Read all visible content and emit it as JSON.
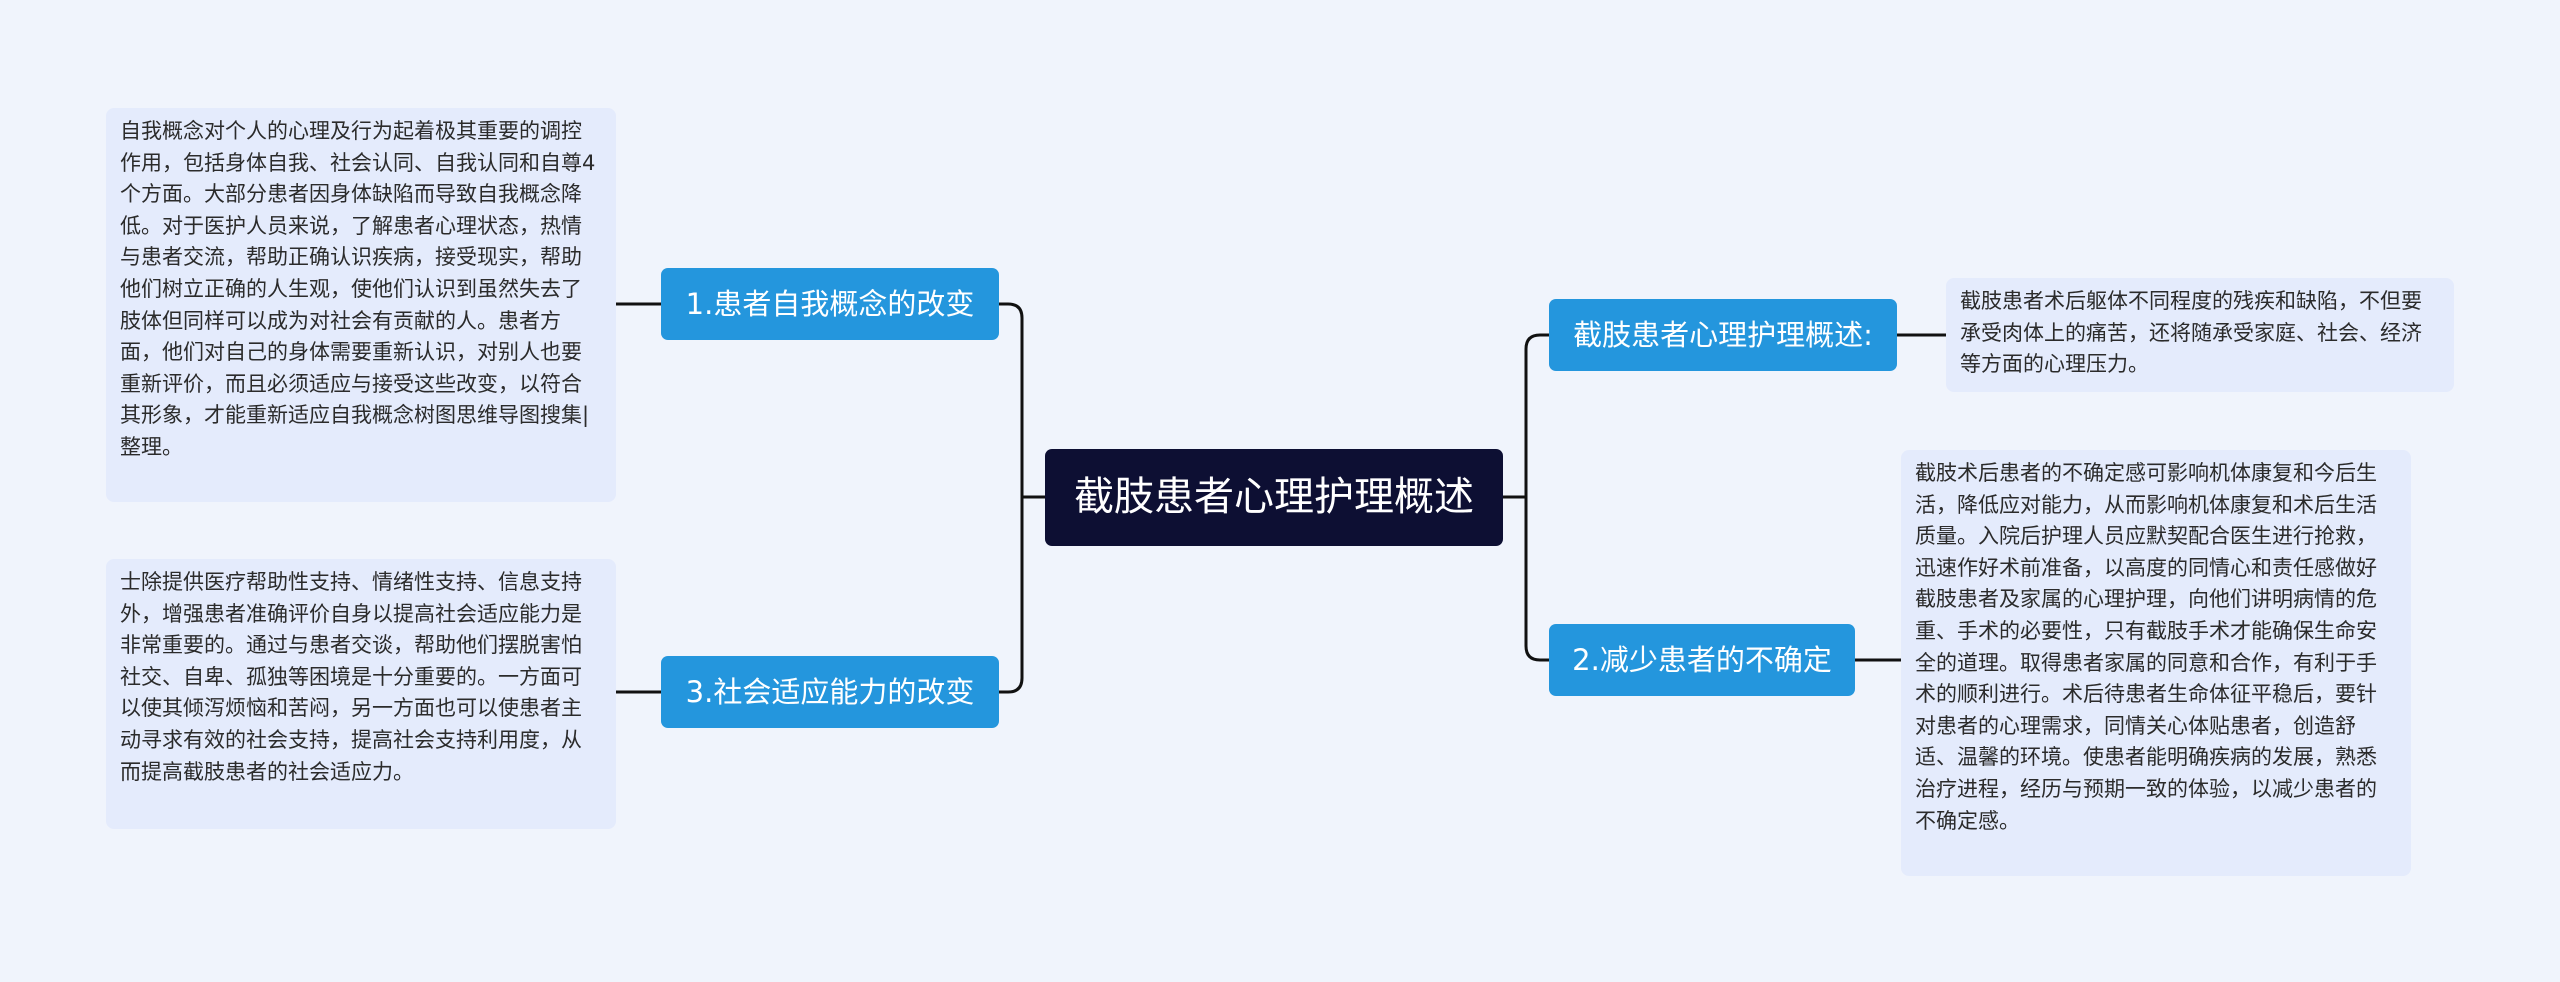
{
  "mindmap": {
    "root": {
      "title": "截肢患者心理护理概述"
    },
    "branches": [
      {
        "label": "1.患者自我概念的改变",
        "detail": "自我概念对个人的心理及行为起着极其重要的调控作用，包括身体自我、社会认同、自我认同和自尊4个方面。大部分患者因身体缺陷而导致自我概念降低。对于医护人员来说，了解患者心理状态，热情与患者交流，帮助正确认识疾病，接受现实，帮助他们树立正确的人生观，使他们认识到虽然失去了肢体但同样可以成为对社会有贡献的人。患者方面，他们对自己的身体需要重新认识，对别人也要重新评价，而且必须适应与接受这些改变，以符合其形象，才能重新适应自我概念树图思维导图搜集|整理。"
      },
      {
        "label": "截肢患者心理护理概述:",
        "detail": "截肢患者术后躯体不同程度的残疾和缺陷，不但要承受肉体上的痛苦，还将随承受家庭、社会、经济等方面的心理压力。"
      },
      {
        "label": "3.社会适应能力的改变",
        "detail": "士除提供医疗帮助性支持、情绪性支持、信息支持外，增强患者准确评价自身以提高社会适应能力是非常重要的。通过与患者交谈，帮助他们摆脱害怕社交、自卑、孤独等困境是十分重要的。一方面可以使其倾泻烦恼和苦闷，另一方面也可以使患者主动寻求有效的社会支持，提高社会支持利用度，从而提高截肢患者的社会适应力。"
      },
      {
        "label": "2.减少患者的不确定",
        "detail": "截肢术后患者的不确定感可影响机体康复和今后生活，降低应对能力，从而影响机体康复和术后生活质量。入院后护理人员应默契配合医生进行抢救，迅速作好术前准备，以高度的同情心和责任感做好截肢患者及家属的心理护理，向他们讲明病情的危重、手术的必要性，只有截肢手术才能确保生命安全的道理。取得患者家属的同意和合作，有利于手术的顺利进行。术后待患者生命体征平稳后，要针对患者的心理需求，同情关心体贴患者，创造舒适、温馨的环境。使患者能明确疾病的发展，熟悉治疗进程，经历与预期一致的体验，以减少患者的不确定感。"
      }
    ],
    "colors": {
      "background": "#f0f4fc",
      "root_fill": "#0d0f33",
      "branch_fill": "#2496dd",
      "leaf_fill": "#e4ebfc",
      "connector": "#111111"
    }
  }
}
